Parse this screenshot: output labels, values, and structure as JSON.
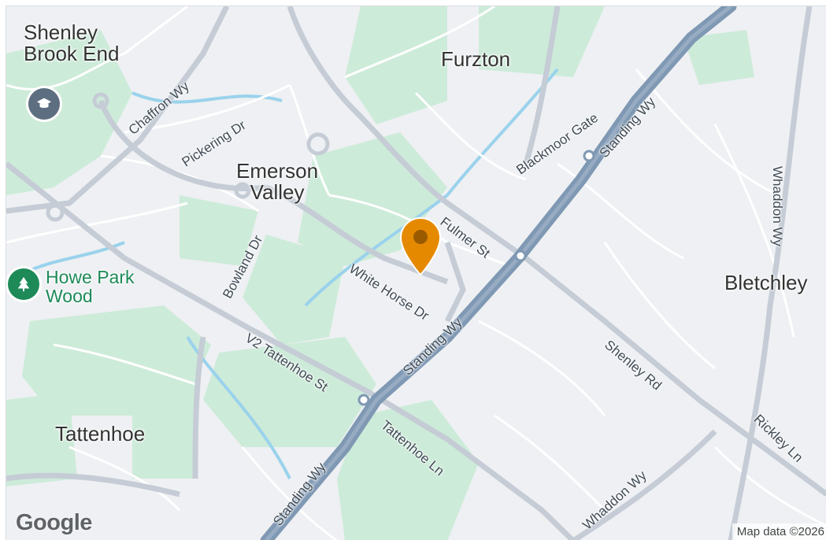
{
  "map": {
    "places": [
      {
        "label": "Shenley\nBrook End"
      },
      {
        "label": "Furzton"
      },
      {
        "label": "Emerson\nValley"
      },
      {
        "label": "Bletchley"
      },
      {
        "label": "Tattenhoe"
      },
      {
        "label": "Howe Park\nWood"
      }
    ],
    "roads": [
      "Chaffron Wy",
      "Pickering Dr",
      "Blackmoor Gate",
      "Standing Wy",
      "Fulmer St",
      "White Horse Dr",
      "Bowland Dr",
      "V2 Tattenhoe St",
      "Standing Wy",
      "Shenley Rd",
      "Whaddon Wy",
      "Rickley Ln",
      "Tattenhoe Ln",
      "Standing Wy",
      "Whaddon Wy"
    ],
    "branding": "Google",
    "attribution": "Map data ©2026",
    "icons": {
      "marker": "location-pin-icon",
      "school": "school-icon",
      "park": "tree-icon"
    },
    "colors": {
      "marker": "#e58a00",
      "park_green": "#c8ebd7",
      "water": "#9ad2ec",
      "highway": "#7f98b3",
      "label_green": "#1d8a58"
    }
  }
}
